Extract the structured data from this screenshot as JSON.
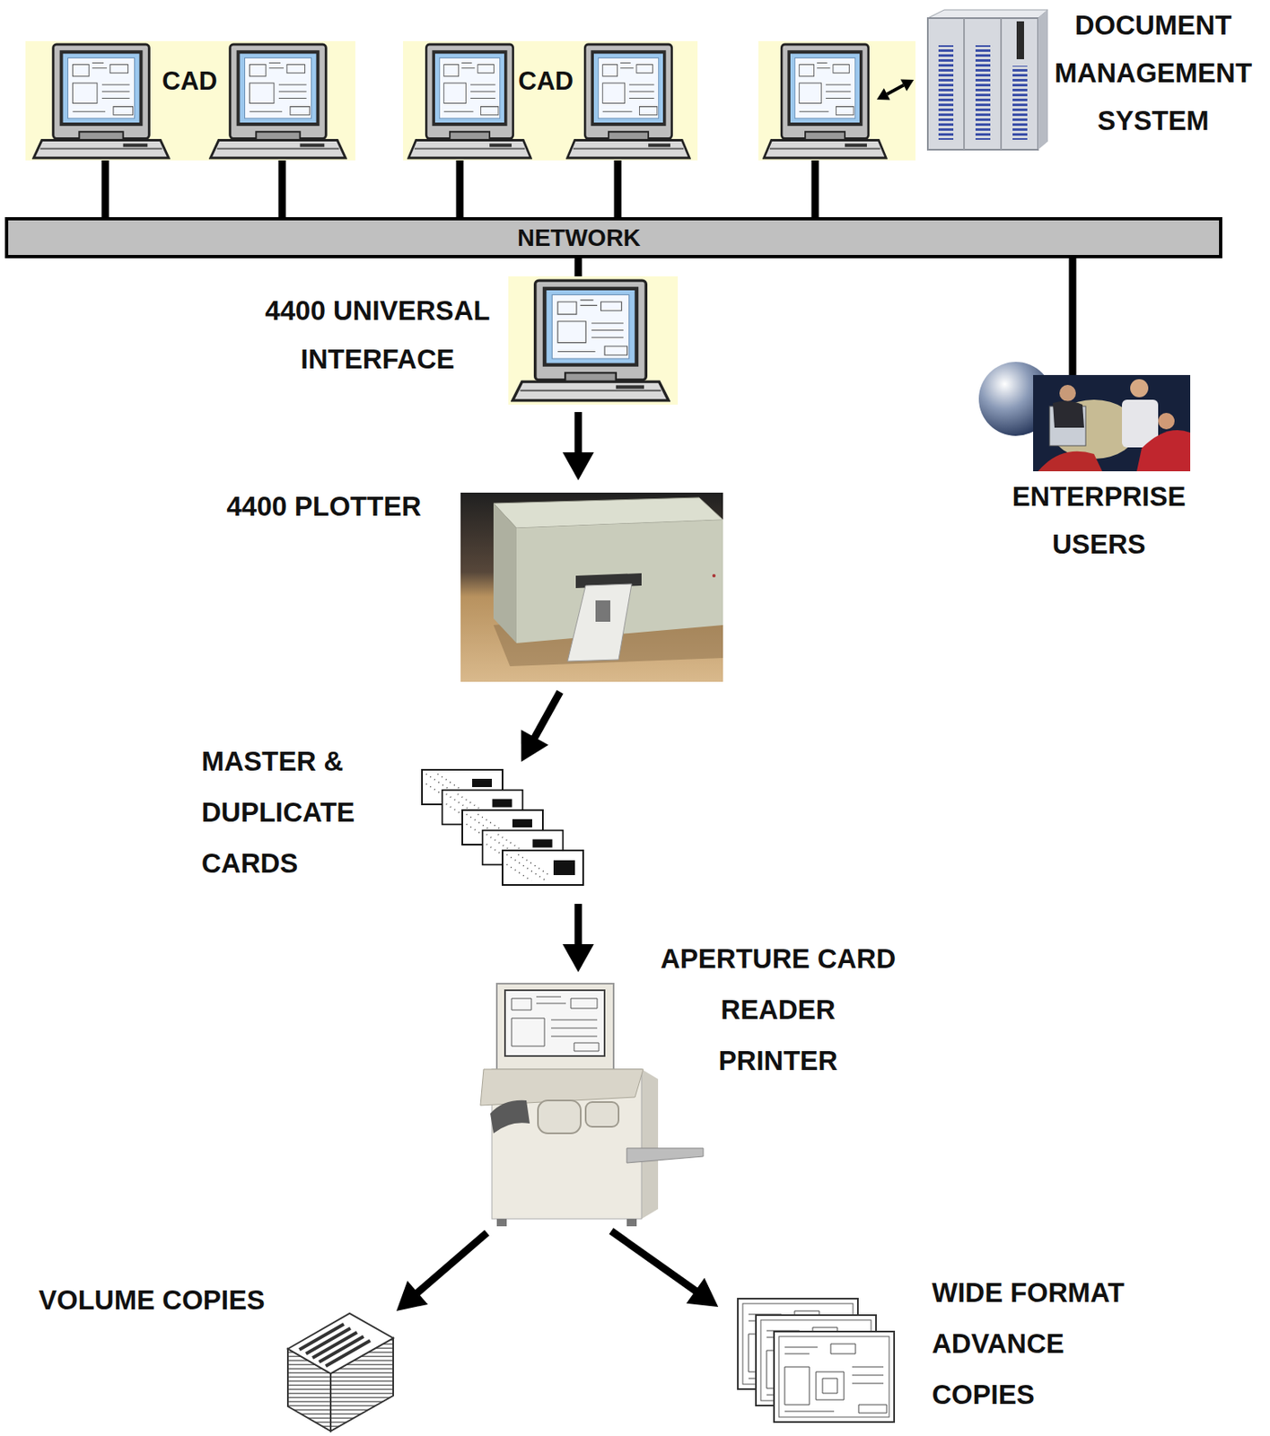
{
  "diagram": {
    "nodes": [
      {
        "text": [
          "CAD"
        ]
      },
      {
        "text": [
          "CAD"
        ]
      },
      {
        "text": [
          "DOCUMENT MANAGEMENT SYSTEM"
        ]
      },
      {
        "text": [
          "NETWORK"
        ]
      },
      {
        "text": [
          "4400 UNIVERSAL INTERFACE"
        ]
      },
      {
        "text": [
          "ENTERPRISE USERS"
        ]
      },
      {
        "text": [
          "4400 PLOTTER"
        ]
      },
      {
        "text": [
          "MASTER & DUPLICATE CARDS"
        ]
      },
      {
        "text": [
          "APERTURE CARD READER PRINTER"
        ]
      },
      {
        "text": [
          "VOLUME COPIES"
        ]
      },
      {
        "text": [
          "WIDE FORMAT ADVANCE COPIES"
        ]
      }
    ],
    "edges": [
      {
        "from": 0,
        "to": 3,
        "arrow": "none"
      },
      {
        "from": 0,
        "to": 3,
        "arrow": "none"
      },
      {
        "from": 1,
        "to": 3,
        "arrow": "none"
      },
      {
        "from": 1,
        "to": 3,
        "arrow": "none"
      },
      {
        "from": 3,
        "to": 4,
        "arrow": "none"
      },
      {
        "from": 3,
        "to": 5,
        "arrow": "none"
      },
      {
        "from": 4,
        "to": 6,
        "arrow": "to"
      },
      {
        "from": 6,
        "to": 7,
        "arrow": "to"
      },
      {
        "from": 7,
        "to": 8,
        "arrow": "to"
      },
      {
        "from": 8,
        "to": 9,
        "arrow": "to"
      },
      {
        "from": 8,
        "to": 10,
        "arrow": "to"
      }
    ]
  }
}
